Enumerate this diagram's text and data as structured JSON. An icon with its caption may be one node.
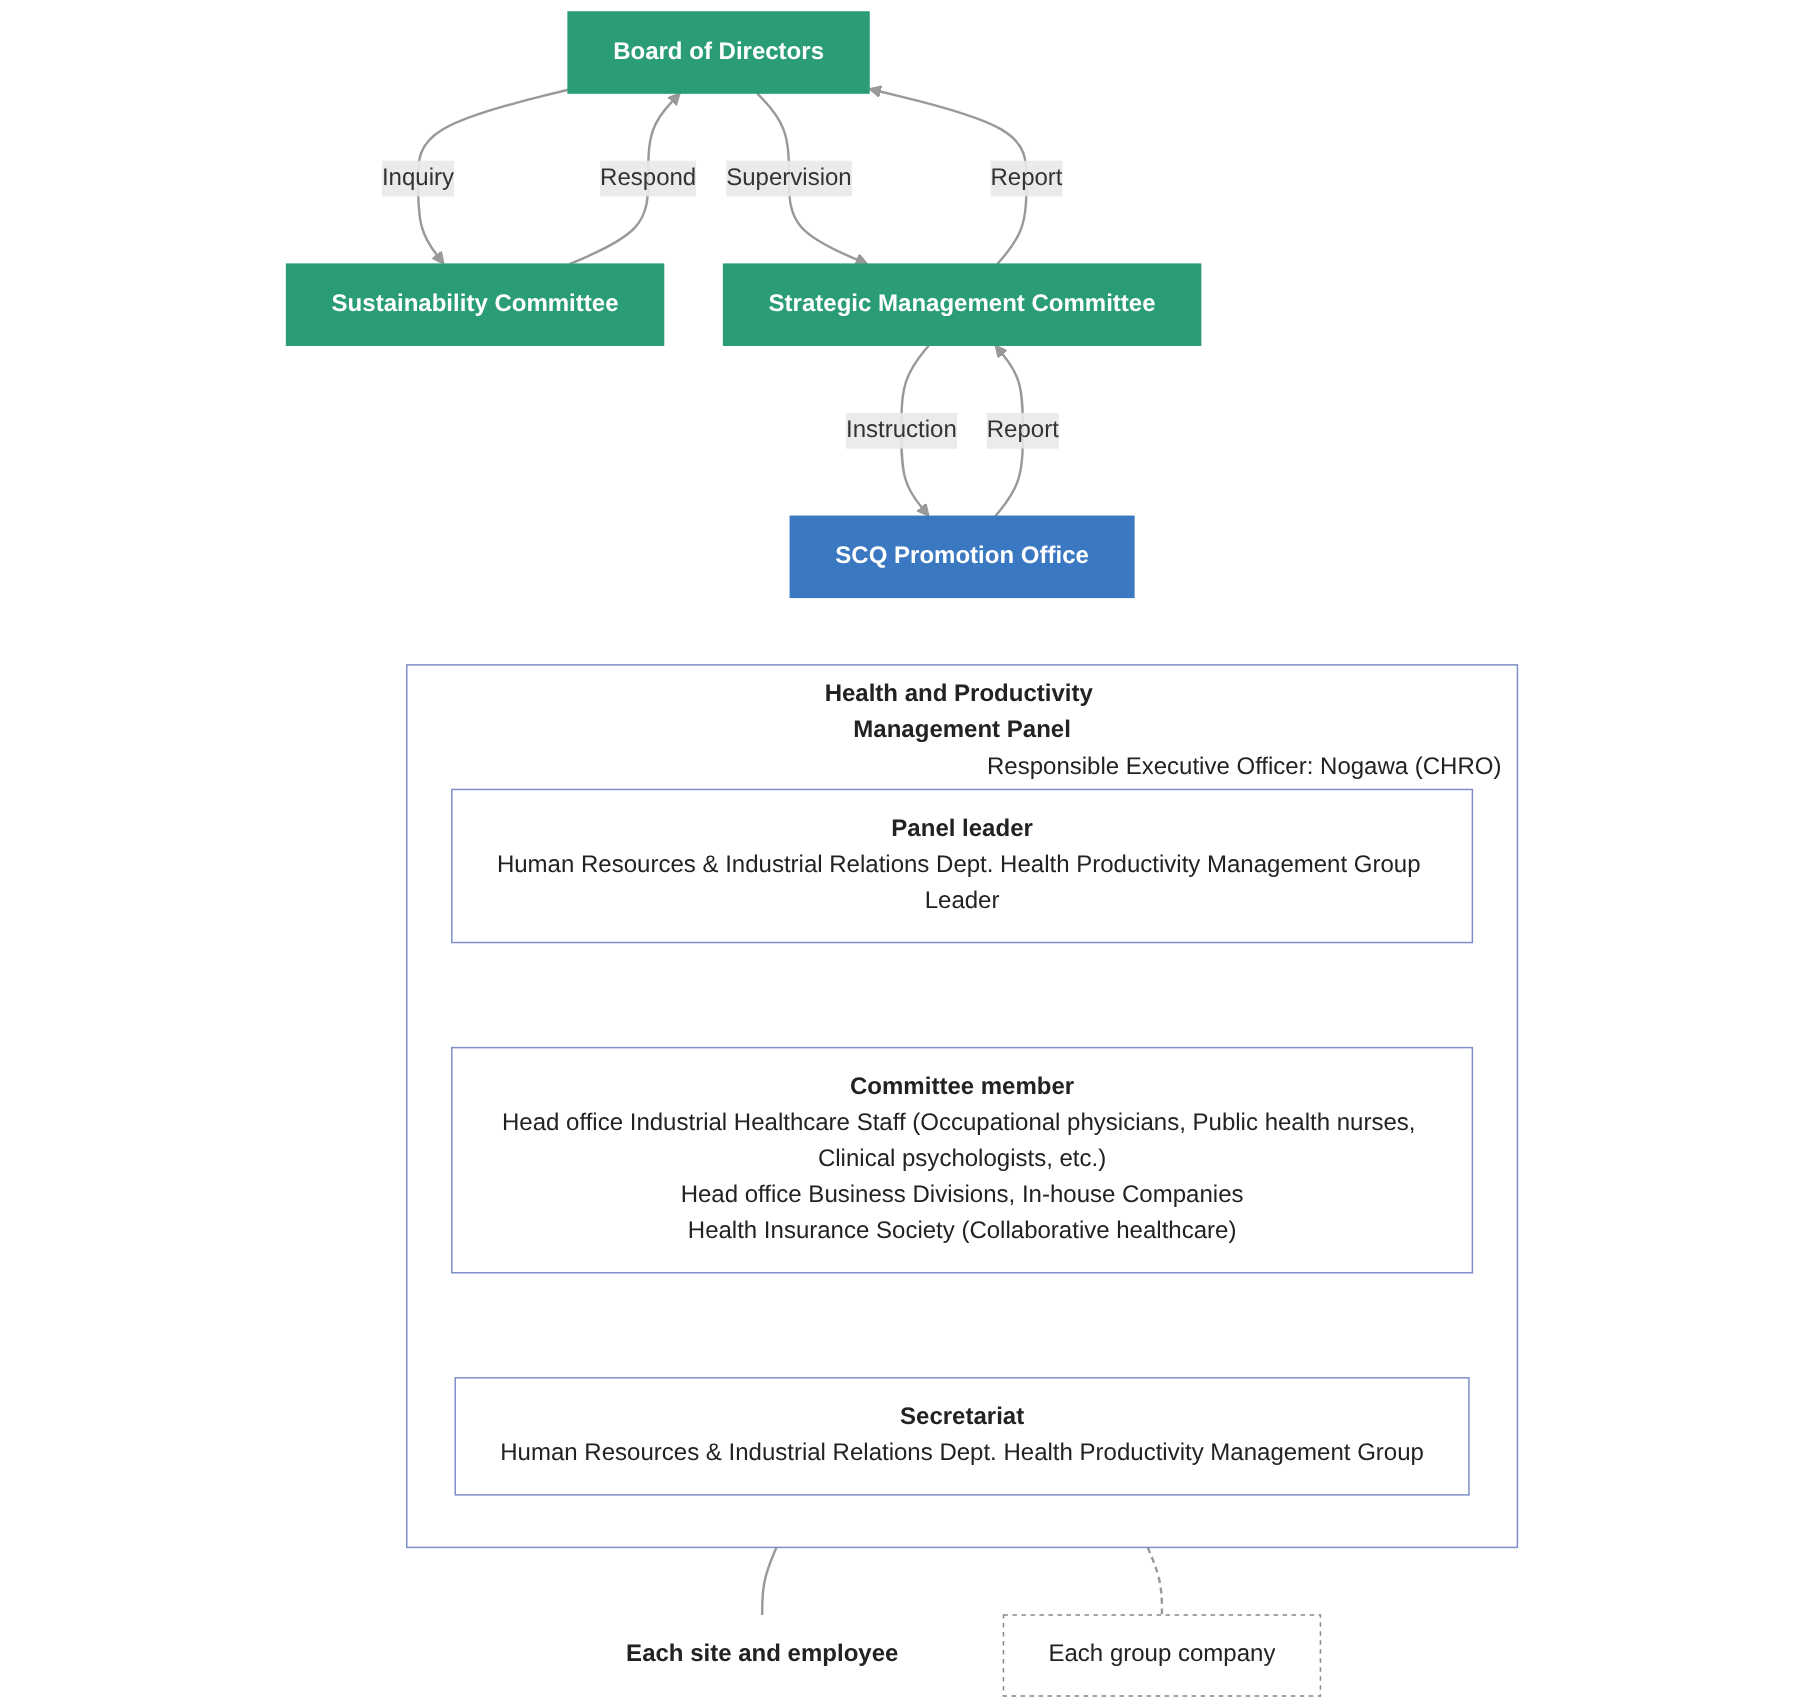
{
  "diagram": {
    "nodes": [
      {
        "text": [
          "Board of Directors"
        ]
      },
      {
        "text": [
          "Sustainability Committee"
        ]
      },
      {
        "text": [
          "Strategic Management Committee"
        ]
      },
      {
        "text": [
          "SCQ Promotion Office"
        ]
      },
      {
        "text": [
          "Health and Productivity Management Panel"
        ],
        "beside": [
          "Responsible Executive Officer: Nogawa (CHRO)"
        ]
      },
      {
        "text": [
          "Panel leader",
          "Human Resources & Industrial Relations Dept. Health Productivity Management Group Leader"
        ],
        "in": 4
      },
      {
        "text": [
          "Committee member",
          "Head office Industrial Healthcare Staff (Occupational physicians, Public health nurses, Clinical psychologists, etc.)",
          "Head office Business Divisions, In-house Companies",
          "Health Insurance Society (Collaborative healthcare)"
        ],
        "in": 4
      },
      {
        "text": [
          "Secretariat",
          "Human Resources & Industrial Relations Dept. Health Productivity Management Group"
        ],
        "in": 4
      },
      {
        "text": [
          "Each site and employee"
        ]
      },
      {
        "text": [
          "Each group company"
        ]
      }
    ],
    "edges": [
      {
        "from": 0,
        "to": 1,
        "arrow": "to",
        "label": "Inquiry"
      },
      {
        "from": 1,
        "to": 0,
        "arrow": "to",
        "label": "Respond"
      },
      {
        "from": 2,
        "to": 0,
        "arrow": "to",
        "label": "Report"
      },
      {
        "from": 0,
        "to": 2,
        "arrow": "to",
        "label": "Supervision"
      },
      {
        "from": 3,
        "to": 2,
        "arrow": "to",
        "label": "Report"
      },
      {
        "from": 2,
        "to": 3,
        "arrow": "to",
        "label": "Instruction"
      },
      {
        "from": 4,
        "to": 8,
        "arrow": "none"
      },
      {
        "from": 4,
        "to": 9,
        "arrow": "none",
        "style": "dashed"
      }
    ]
  }
}
